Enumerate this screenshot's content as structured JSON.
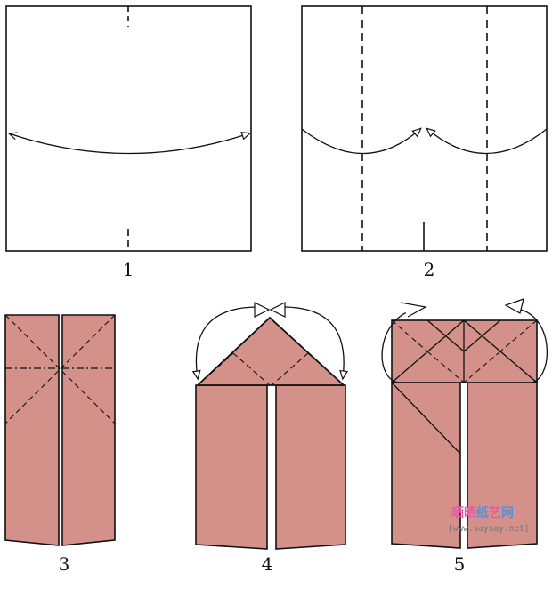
{
  "steps": [
    {
      "number": "1"
    },
    {
      "number": "2"
    },
    {
      "number": "3"
    },
    {
      "number": "4"
    },
    {
      "number": "5"
    }
  ],
  "watermark": {
    "chars": [
      "晒",
      "晒",
      "纸",
      "艺",
      "网"
    ],
    "url": "[www.saysay.net]"
  },
  "colors": {
    "paper": "#d4918a",
    "paper_dark": "#c47f78",
    "line": "#111111",
    "watermark_pink": "#e85aa8",
    "watermark_blue": "#5a8fd8"
  }
}
